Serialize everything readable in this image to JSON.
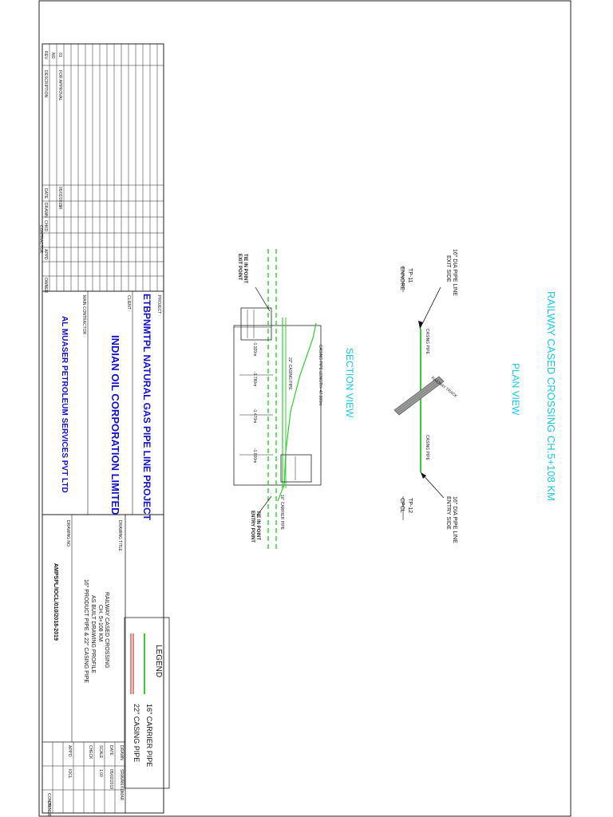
{
  "title": "RAILWAY CASED CROSSING CH.5+108 KM",
  "plan_view": {
    "heading": "PLAN VIEW",
    "exit_label_1": "16\" DIA PIPE LINE",
    "exit_label_2": "EXIT SIDE",
    "entry_label_1": "16\" DIA PIPE LINE",
    "entry_label_2": "ENTRY SIDE",
    "tp_exit": "TP-11",
    "tp_exit_place": "ENNORE",
    "tp_entry": "TP-12",
    "tp_entry_place": "CPCL",
    "track_label": "RAILWAY TRACK",
    "casing_left": "CASING PIPE",
    "casing_right": "CASING PIPE"
  },
  "section_view": {
    "heading": "SECTION VIEW",
    "exit_point_1": "TIE IN POINT",
    "exit_point_2": "EXIT POINT",
    "entry_point_1": "TIE IN POINT",
    "entry_point_2": "ENTRY POINT",
    "casing_length": "CASING PIPE LENGTH- 47.900m",
    "casing_dia": "22\" CASING PIPE",
    "carrier_dia": "16\" CARRIER PIPE",
    "dim_1": "-1.920m",
    "dim_2": "-1.780m",
    "dim_3": "-1.470m",
    "dim_4": "-1.800m"
  },
  "legend": {
    "heading": "LEGEND",
    "item_1": "16\" CARRIER PIPE",
    "item_2": "22\" CASING PIPE",
    "color_1": "#33cc33",
    "color_2": "#cc3333"
  },
  "revisions": {
    "col_no": "NO",
    "col_desc": "DESCRIPTION",
    "col_date": "DATE",
    "col_drawn": "DRAWN",
    "col_chkd": "CHKD",
    "col_appd": "APPD",
    "col_contractor": "CONTRACTOR",
    "col_owner": "OWNER",
    "row_1_no": "01",
    "row_1_desc": "FOR APPROVAL",
    "row_1_date": "05/02/2019",
    "row_1_drawn": "SK",
    "rev_label": "REV"
  },
  "project": {
    "project_label": "PROJECT :",
    "project_name": "ETBPNMTPL NATURAL GAS PIPE LINE PROJECT",
    "client_label": "CLIENT :",
    "client_name": "INDIAN OIL CORPORATION LIMITED",
    "contractor_label": "MAIN CONTRACTOR :",
    "contractor_name": "AL MUASER PETROLEUM SERVICES PVT LTD"
  },
  "drawing": {
    "title_label": "DRAWING TITLE :",
    "title_1": "RAILWAY CASED CROSSING",
    "title_2": "CH. 5+108 KM",
    "title_3": "AS BUILT DRAWING PROFILE",
    "title_4": "16\" PRODUCT PIPE & 22\" CASING PIPE",
    "number_label": "DRAWING NO.",
    "number": "AMPSPL/IOCL/010/2018-2019",
    "drawn_label": "DRAWN",
    "drawn_value": "SRAVAN KUMAR",
    "date_label": "DATE",
    "date_value": "05/02/2019",
    "scale_label": "SCALE",
    "scale_value": "1:00",
    "check_label": "CHECK",
    "approved_label": "APP'D",
    "approved_value": "IOCL",
    "contr_label": "CONTR.",
    "owner_label": "OWNER"
  }
}
